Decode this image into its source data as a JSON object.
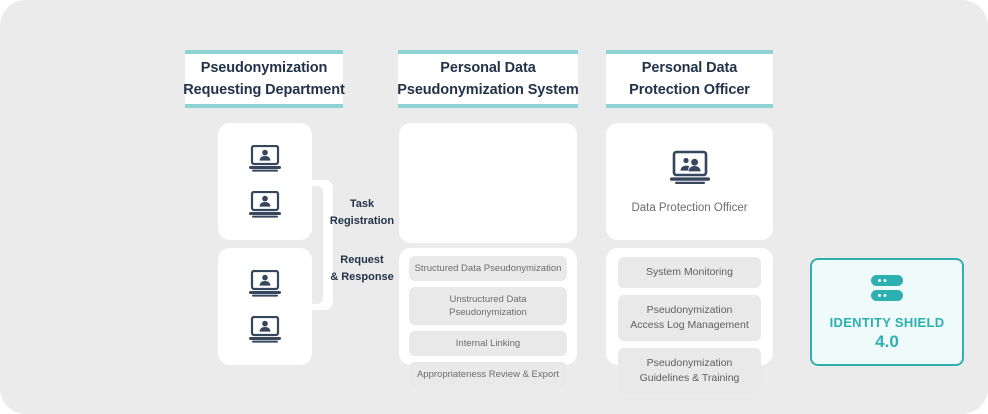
{
  "theme": {
    "canvas_bg": "#EBEBEB",
    "card_bg": "#FFFFFF",
    "accent_teal": "#2EAFB0",
    "accent_teal_light": "#8ED3D4",
    "shield_bg": "#EFFBFB",
    "chip_bg": "#E9E9E9",
    "heading_color": "#223349",
    "chip_text": "#6D6D6D"
  },
  "columns": {
    "left": {
      "header": {
        "line1": "Pseudonymization",
        "line2": "Requesting Department"
      },
      "groups": [
        {
          "icons": [
            "laptop-person-icon",
            "laptop-person-icon"
          ]
        },
        {
          "icons": [
            "laptop-person-icon",
            "laptop-person-icon"
          ]
        }
      ]
    },
    "middle": {
      "header": {
        "line1": "Personal Data",
        "line2": "Pseudonymization System"
      },
      "product": {
        "icon": "server-stack-icon",
        "name": "IDENTITY SHIELD",
        "version": "4.0"
      },
      "features": [
        "Structured Data Pseudonymization",
        "Unstructured Data Pseudonymization",
        "Internal Linking",
        "Appropriateness Review & Export"
      ]
    },
    "right": {
      "header": {
        "line1": "Personal Data",
        "line2": "Protection Officer"
      },
      "role": {
        "icon": "laptop-two-people-icon",
        "label": "Data Protection Officer"
      },
      "duties": [
        {
          "line1": "System Monitoring",
          "line2": ""
        },
        {
          "line1": "Pseudonymization",
          "line2": "Access Log Management"
        },
        {
          "line1": "Pseudonymization",
          "line2": "Guidelines & Training"
        }
      ]
    }
  },
  "connectors": [
    {
      "line1": "Task",
      "line2": "Registration"
    },
    {
      "line1": "Request",
      "line2": "& Response"
    }
  ]
}
